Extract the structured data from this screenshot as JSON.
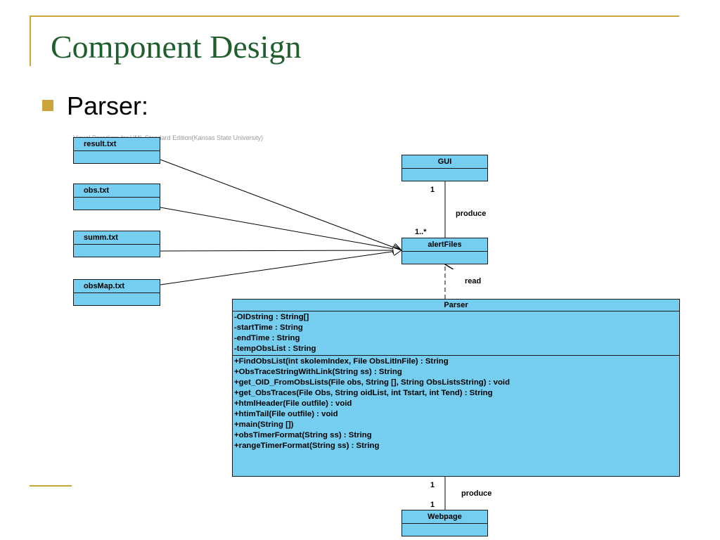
{
  "slide": {
    "title": "Component Design",
    "bullet": "Parser:",
    "watermark": "Visual Paradigm for UML Standard Edition(Kansas State University)"
  },
  "diagram": {
    "files": [
      {
        "id": "result",
        "label": "result.txt"
      },
      {
        "id": "obs",
        "label": "obs.txt"
      },
      {
        "id": "summ",
        "label": "summ.txt"
      },
      {
        "id": "obsmap",
        "label": "obsMap.txt"
      }
    ],
    "gui": {
      "label": "GUI"
    },
    "alert_files": {
      "label": "alertFiles"
    },
    "webpage": {
      "label": "Webpage"
    },
    "parser": {
      "label": "Parser",
      "attributes": [
        "-OIDstring : String[]",
        "-startTime : String",
        "-endTime : String",
        "-tempObsList : String"
      ],
      "operations": [
        "+FindObsList(int skolemIndex, File ObsLitInFile) : String",
        "+ObsTraceStringWithLink(String ss) : String",
        "+get_OID_FromObsLists(File obs, String [], String ObsListsString) : void",
        "+get_ObsTraces(File Obs, String oidList, int Tstart, int Tend) : String",
        "+htmlHeader(File outfile) : void",
        "+htimTail(File outfile) : void",
        "+main(String [])",
        "+obsTimerFormat(String ss) : String",
        "+rangeTimerFormat(String ss) : String"
      ]
    },
    "associations": {
      "gui_alert": {
        "role": "produce",
        "gui_multiplicity": "1",
        "alert_multiplicity": "1..*"
      },
      "parser_alert": {
        "role": "read"
      },
      "parser_webpage": {
        "role": "produce",
        "parser_multiplicity": "1",
        "webpage_multiplicity": "1"
      }
    },
    "colors": {
      "class_fill": "#75CEF0",
      "accent": "#C9A53A",
      "title": "#1F5F2E"
    }
  }
}
